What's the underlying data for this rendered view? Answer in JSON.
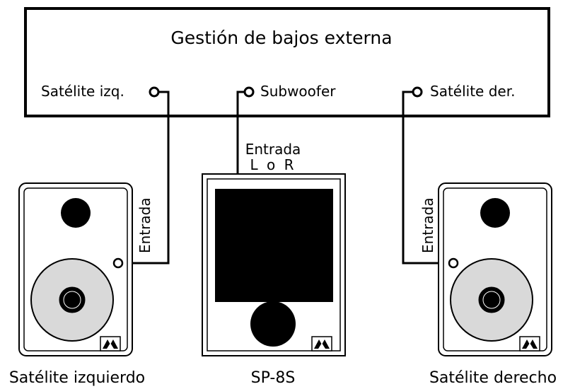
{
  "bass_manager": {
    "title": "Gestión de bajos externa",
    "outputs": {
      "left": "Satélite izq.",
      "sub": "Subwoofer",
      "right": "Satélite der."
    }
  },
  "inputs": {
    "left": "Entrada",
    "sub_line1": "Entrada",
    "sub_line2": "L o R",
    "right": "Entrada"
  },
  "devices": {
    "left": "Satélite izquierdo",
    "sub": "SP-8S",
    "right": "Satélite derecho"
  },
  "colors": {
    "line": "#000000",
    "woofer_cone": "#d9d9d9",
    "background": "#ffffff"
  },
  "icons": {
    "brand_logo": "m-logo"
  }
}
